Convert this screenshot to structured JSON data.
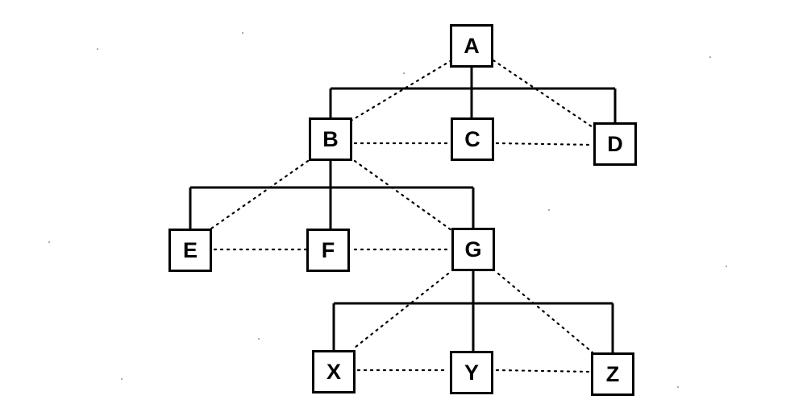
{
  "nodes": [
    {
      "id": "A",
      "label": "A"
    },
    {
      "id": "B",
      "label": "B"
    },
    {
      "id": "C",
      "label": "C"
    },
    {
      "id": "D",
      "label": "D"
    },
    {
      "id": "E",
      "label": "E"
    },
    {
      "id": "F",
      "label": "F"
    },
    {
      "id": "G",
      "label": "G"
    },
    {
      "id": "X",
      "label": "X"
    },
    {
      "id": "Y",
      "label": "Y"
    },
    {
      "id": "Z",
      "label": "Z"
    }
  ],
  "tree_edges": [
    {
      "parent": "A",
      "children": [
        "B",
        "C",
        "D"
      ]
    },
    {
      "parent": "B",
      "children": [
        "E",
        "F",
        "G"
      ]
    },
    {
      "parent": "G",
      "children": [
        "X",
        "Y",
        "Z"
      ]
    }
  ],
  "dotted_edges": [
    [
      "A",
      "B"
    ],
    [
      "A",
      "D"
    ],
    [
      "B",
      "C"
    ],
    [
      "C",
      "D"
    ],
    [
      "B",
      "E"
    ],
    [
      "B",
      "G"
    ],
    [
      "E",
      "F"
    ],
    [
      "F",
      "G"
    ],
    [
      "G",
      "X"
    ],
    [
      "G",
      "Z"
    ],
    [
      "X",
      "Y"
    ],
    [
      "Y",
      "Z"
    ]
  ]
}
